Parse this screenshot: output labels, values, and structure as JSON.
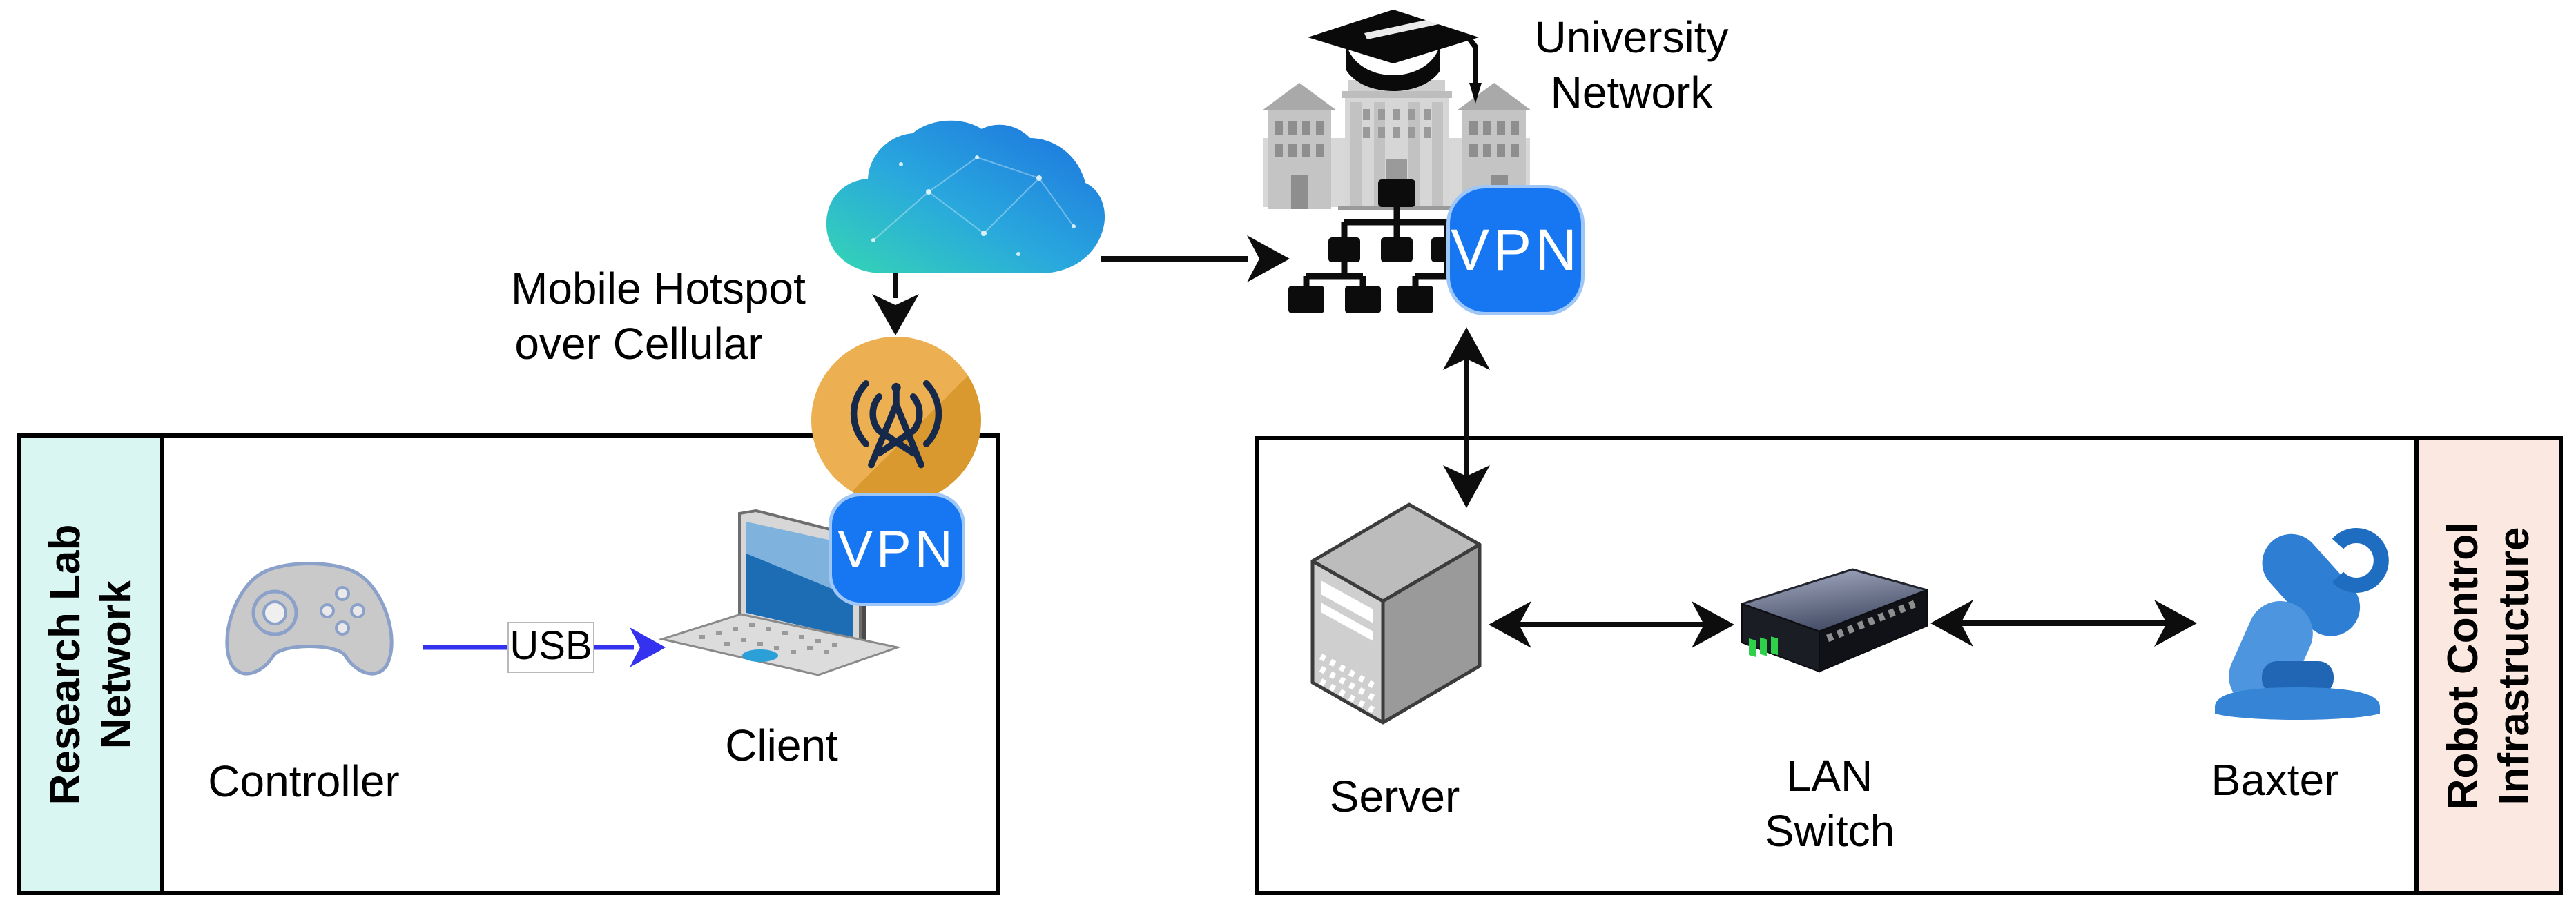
{
  "diagram": {
    "groups": {
      "research_lab": {
        "label_line1": "Research Lab",
        "label_line2": "Network"
      },
      "robot_control": {
        "label_line1": "Robot Control",
        "label_line2": "Infrastructure"
      }
    },
    "nodes": {
      "controller": {
        "label": "Controller",
        "icon": "gamepad-icon"
      },
      "client": {
        "label": "Client",
        "icon": "laptop-icon",
        "badge": "VPN"
      },
      "mobile_hotspot": {
        "label_line1": "Mobile Hotspot",
        "label_line2": "over Cellular",
        "icon": "cellular-antenna-icon"
      },
      "cloud": {
        "icon": "cloud-icon"
      },
      "university": {
        "label_line1": "University",
        "label_line2": "Network",
        "icon": "campus-network-icon",
        "badge": "VPN"
      },
      "server": {
        "label": "Server",
        "icon": "server-tower-icon"
      },
      "lan_switch": {
        "label_line1": "LAN",
        "label_line2": "Switch",
        "icon": "network-switch-icon"
      },
      "baxter": {
        "label": "Baxter",
        "icon": "robot-arm-icon"
      }
    },
    "edges": [
      {
        "from": "controller",
        "to": "client",
        "label": "USB",
        "style": "blue-arrow",
        "direction": "one-way"
      },
      {
        "from": "cloud",
        "to": "mobile_hotspot",
        "style": "black-arrow",
        "direction": "one-way"
      },
      {
        "from": "cloud",
        "to": "university",
        "style": "black-arrow",
        "direction": "one-way"
      },
      {
        "from": "university",
        "to": "server",
        "style": "black-arrow",
        "direction": "two-way"
      },
      {
        "from": "server",
        "to": "lan_switch",
        "style": "black-arrow",
        "direction": "two-way"
      },
      {
        "from": "lan_switch",
        "to": "baxter",
        "style": "black-arrow",
        "direction": "two-way"
      }
    ],
    "colors": {
      "research_lab_strip": "#d9f6f3",
      "robot_control_strip": "#fbe9e1",
      "vpn_badge": "#1777f2",
      "usb_arrow": "#3432ee",
      "hotspot_circle": "#e8a943",
      "cloud_teal": "#35d6b4",
      "cloud_blue": "#1c6fe0",
      "led_green": "#2fd04a"
    }
  }
}
